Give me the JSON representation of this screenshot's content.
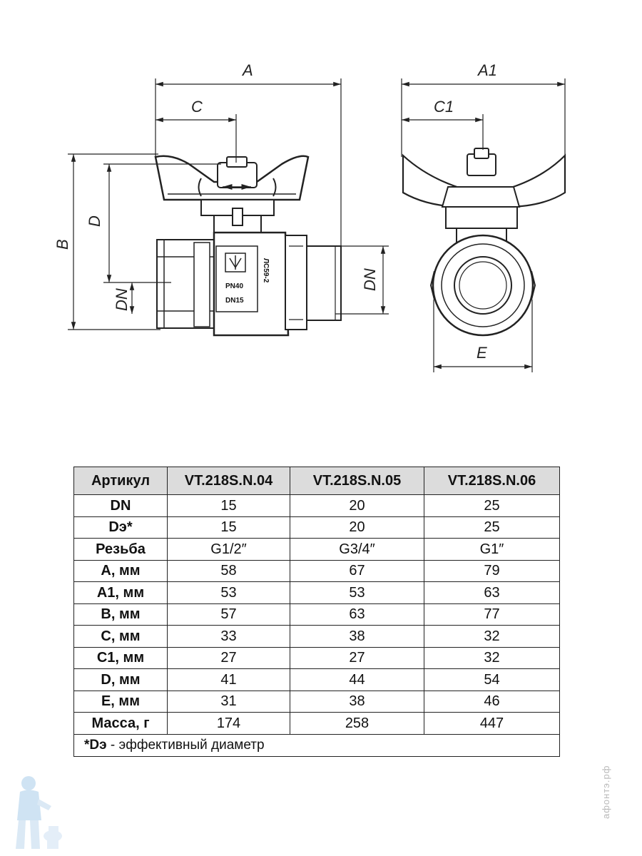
{
  "drawing": {
    "dims": {
      "A": "A",
      "A1": "A1",
      "C": "C",
      "C1": "C1",
      "B": "B",
      "D": "D",
      "DN_left": "DN",
      "DN_right": "DN",
      "E": "E"
    },
    "body_marking": {
      "line1": "PN40",
      "line2": "DN15",
      "brand_code": "ЛС59-2"
    },
    "icons": [
      "ball-valve-front-view",
      "ball-valve-side-view",
      "valve-logo-icon",
      "flow-arrow-icon"
    ]
  },
  "table": {
    "headers": [
      "Артикул",
      "VT.218S.N.04",
      "VT.218S.N.05",
      "VT.218S.N.06"
    ],
    "rows": [
      {
        "label": "DN",
        "values": [
          "15",
          "20",
          "25"
        ]
      },
      {
        "label": "Dэ*",
        "values": [
          "15",
          "20",
          "25"
        ]
      },
      {
        "label": "Резьба",
        "values": [
          "G1/2″",
          "G3/4″",
          "G1″"
        ]
      },
      {
        "label": "А, мм",
        "values": [
          "58",
          "67",
          "79"
        ]
      },
      {
        "label": "А1, мм",
        "values": [
          "53",
          "53",
          "63"
        ]
      },
      {
        "label": "В, мм",
        "values": [
          "57",
          "63",
          "77"
        ]
      },
      {
        "label": "С, мм",
        "values": [
          "33",
          "38",
          "32"
        ]
      },
      {
        "label": "С1, мм",
        "values": [
          "27",
          "27",
          "32"
        ]
      },
      {
        "label": "D, мм",
        "values": [
          "41",
          "44",
          "54"
        ]
      },
      {
        "label": "Е, мм",
        "values": [
          "31",
          "38",
          "46"
        ]
      },
      {
        "label": "Масса, г",
        "values": [
          "174",
          "258",
          "447"
        ]
      }
    ],
    "footnote": {
      "key": "*Dэ",
      "text": " - эффективный диаметр"
    }
  },
  "watermark": "афонтэ.рф",
  "mascot_icon": "plumber-mascot-icon"
}
